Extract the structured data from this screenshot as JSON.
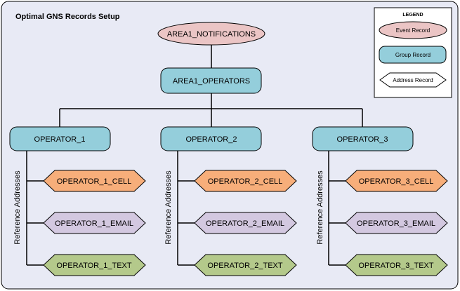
{
  "title": "Optimal GNS Records Setup",
  "legend": {
    "title": "LEGEND",
    "event_label": "Event Record",
    "group_label": "Group Record",
    "address_label": "Address Record"
  },
  "root": {
    "label": "AREA1_NOTIFICATIONS"
  },
  "group": {
    "label": "AREA1_OPERATORS"
  },
  "operators": [
    {
      "label": "OPERATOR_1",
      "side_label": "Reference Addresses",
      "cell": "OPERATOR_1_CELL",
      "email": "OPERATOR_1_EMAIL",
      "text": "OPERATOR_1_TEXT"
    },
    {
      "label": "OPERATOR_2",
      "side_label": "Reference Addresses",
      "cell": "OPERATOR_2_CELL",
      "email": "OPERATOR_2_EMAIL",
      "text": "OPERATOR_2_TEXT"
    },
    {
      "label": "OPERATOR_3",
      "side_label": "Reference Addresses",
      "cell": "OPERATOR_3_CELL",
      "email": "OPERATOR_3_EMAIL",
      "text": "OPERATOR_3_TEXT"
    }
  ],
  "colors": {
    "frame_fill": "#E8EAF5",
    "event_fill": "#EBC5C5",
    "group_fill": "#94CEDB",
    "cell_fill": "#F7AE7A",
    "email_fill": "#D3C8E0",
    "text_fill": "#B4C98B",
    "address_fill": "#FFFFFF",
    "stroke": "#000000"
  }
}
